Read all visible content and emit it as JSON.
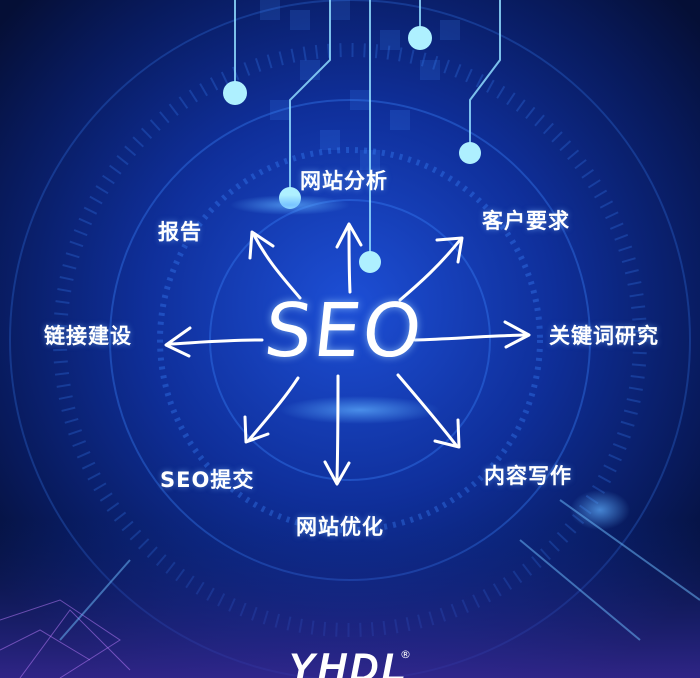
{
  "center_word": "SEO",
  "labels": {
    "site_analysis": "网站分析",
    "report": "报告",
    "customer_requirements": "客户要求",
    "link_building": "链接建设",
    "keyword_research": "关键词研究",
    "seo_submission": "SEO提交",
    "content_writing": "内容写作",
    "site_optimization": "网站优化"
  },
  "brand": {
    "name": "YHDL",
    "mark": "®"
  },
  "colors": {
    "background": "#06123a",
    "glow": "#2a6dff",
    "node": "#7fd8ff",
    "text": "#ffffff"
  }
}
